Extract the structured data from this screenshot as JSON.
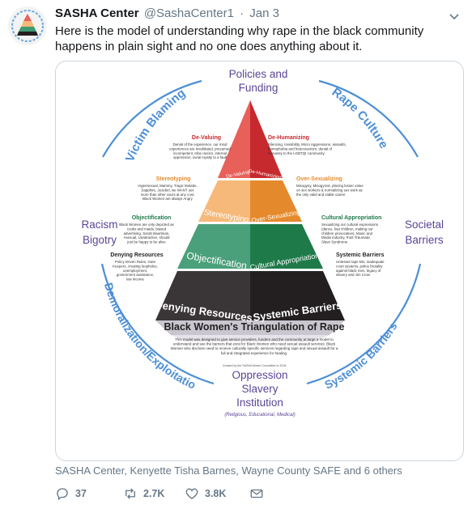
{
  "tweet": {
    "author_name": "SASHA Center",
    "handle": "@SashaCenter1",
    "separator": "·",
    "date": "Jan 3",
    "text": "Here is the model of understanding why rape in the black community happens in plain sight and no one does anything about it."
  },
  "image": {
    "outer_top": [
      "Policies and",
      "Funding"
    ],
    "outer_left": [
      "Racism",
      "Bigotry"
    ],
    "outer_right": [
      "Societal",
      "Barriers"
    ],
    "outer_bottom": [
      "Oppression",
      "Slavery",
      "Institution",
      "(Religious, Educational, Medical)"
    ],
    "arc_top_left": "Victim Blaming",
    "arc_top_right": "Rape Culture",
    "arc_bottom_left": "Demoralization/Exploitation",
    "arc_bottom_right": "Systemic Barriers",
    "tiers": {
      "de_valuing": "De-Valuing",
      "de_humanizing": "De-Humanizing",
      "stereotyping": "Stereotyping",
      "over_sexualizing": "Over-Sexualizing",
      "objectification": "Objectification",
      "cultural_appropriation": "Cultural Appropriation",
      "denying_resources": "Denying Resources",
      "systemic_barriers": "Systemic Barriers"
    },
    "descriptions": {
      "de_valuing": [
        "Denial of the experience, our mind",
        "experiences are invalidated, presumed",
        "incompetent, tribe racism, internal",
        "oppression, racial loyalty to a fault"
      ],
      "de_humanizing": [
        "Silencing, Invisibility, Micro Aggressions, assaults,",
        "homophobia and heterosexism, denial of",
        "humanity to the LGBTQI community"
      ],
      "stereotyping": [
        "Hypersexual, Mammy, Tragic Mulatto,",
        "Sapphire, Jezebel, we WANT sex",
        "more than other races at any cost,",
        "Black Women are always Angry"
      ],
      "over_sexualizing": [
        "Misogyny, Misogynoir, placing lesser value",
        "on sex workers & normalizing sex work as",
        "the only valid and viable career"
      ],
      "objectification": [
        "Black Women are only depicted as",
        "cooks and maids, biased",
        "advertising, Sarah Baartman,",
        "Asexual, Unattractive, should",
        "just be happy to be alive"
      ],
      "cultural_appropriation": [
        "Sexualizing our cultural expressions",
        "(dance, fast children, making our",
        "children provocative), Music and",
        "Media industry, Post-Traumatic",
        "Slave Syndrome"
      ],
      "denying_resources": [
        "Policy Driven Rules, Gate",
        "Keepers, creating loopholes,",
        "unemployment,",
        "government assistance,",
        "low income"
      ],
      "systemic_barriers": [
        "Untested rape kits, inadequate",
        "court systems, police brutality",
        "against black men, legacy of",
        "slavery and Jim Crow"
      ]
    },
    "title": "Black Women's Triangulation of Rape",
    "body": [
      "This model was designed to give service providers, funders and the community at large a model to",
      "understand and see the barriers that exist for Black Women who need sexual assault services. Black",
      "Women who disclose need to receive culturally specific services regarding rape and sexual assault for a",
      "full and integrated experience for healing."
    ],
    "credit": "Created by the SASHA Model Committee in 2018"
  },
  "engagement": {
    "liked_by": "SASHA Center, Kenyette Tisha Barnes, Wayne County SAFE and 6 others",
    "replies": "37",
    "retweets": "2.7K",
    "likes": "3.8K"
  },
  "colors": {
    "link_blue": "#1da1f2",
    "secondary_gray": "#657786",
    "arc_blue": "#4d8fd6",
    "purple": "#5a4596",
    "red_light": "#e8605a",
    "red_dark": "#c62a2e",
    "orange_light": "#f6b97a",
    "orange_dark": "#e58a2c",
    "green_light": "#4aa07a",
    "green_dark": "#1f7a4a",
    "tier_black": "#231f20"
  },
  "icons": [
    "avatar-pyramid",
    "chevron-down-icon",
    "reply-icon",
    "retweet-icon",
    "like-icon",
    "share-icon"
  ]
}
